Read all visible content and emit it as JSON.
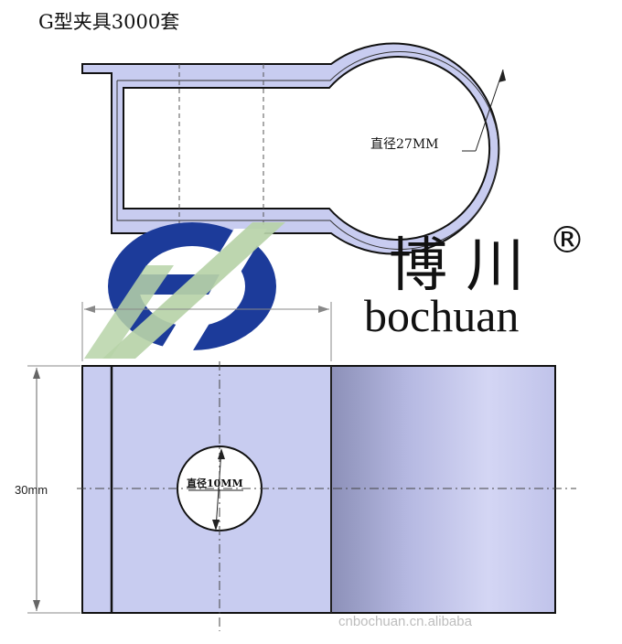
{
  "title": "G型夹具3000套",
  "labels": {
    "top_diameter": "直径27MM",
    "hole_diameter": "直径10MM",
    "height_dim": "30mm"
  },
  "brand": {
    "chinese": "博 川",
    "english": "bochuan",
    "registered_mark": "®"
  },
  "watermark": "cnbochuan.cn.alibaba",
  "colors": {
    "part_fill": "#c8ccf0",
    "outline": "#111111",
    "logo_blue": "#1c3b9a",
    "logo_green": "#b7d3a8"
  }
}
